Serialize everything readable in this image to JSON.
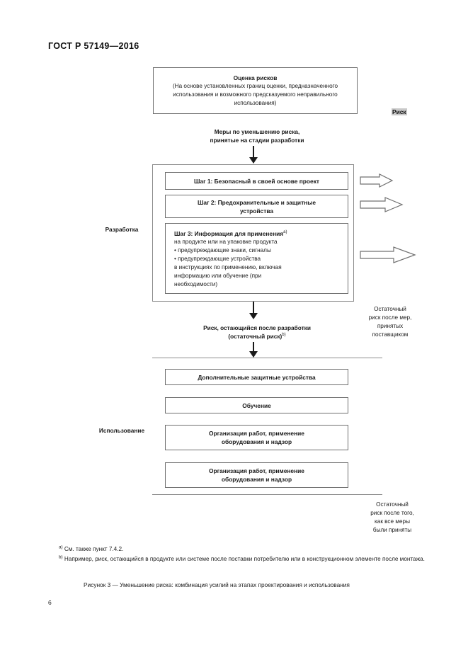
{
  "document": {
    "standard_header": "ГОСТ Р 57149—2016",
    "page_number": "6",
    "figure_caption": "Рисунок  3 — Уменьшение риска: комбинация усилий на этапах проектирования и использования"
  },
  "diagram": {
    "assessment": {
      "title": "Оценка рисков",
      "subtitle_line1": "(На основе установленных границ оценки, предназначенного",
      "subtitle_line2": "использования и возможного предсказуемого неправильного",
      "subtitle_line3": "использования)"
    },
    "measures": {
      "line1": "Меры по уменьшению риска,",
      "line2": "принятые на стадии разработки"
    },
    "risk_label": "Риск",
    "stage_labels": {
      "development": "Разработка",
      "usage": "Использование"
    },
    "steps": [
      {
        "id": "step-1",
        "title": "Шаг 1: Безопасный в своей основе проект"
      },
      {
        "id": "step-2",
        "title_line1": "Шаг 2: Предохранительные и защитные",
        "title_line2": "устройства"
      },
      {
        "id": "step-3",
        "title": "Шаг 3: Информация для применения",
        "title_superscript": "a)",
        "lines": [
          "на продукте или на упаковке продукта",
          "• предупреждающие знаки, сигналы",
          "•  предупреждающие устройства",
          "в инструкциях по применению, включая",
          "информацию или обучение (при",
          "необходимости)"
        ]
      }
    ],
    "residual_development": {
      "line1": "Риск, остающийся после разработки",
      "line2": "(остаточный риск)",
      "superscript": "b)"
    },
    "residual_supplier": {
      "line1": "Остаточный",
      "line2": "риск после мер,",
      "line3": "принятых",
      "line4": "поставщиком"
    },
    "usage_boxes": [
      {
        "id": "extra-protection",
        "title": "Дополнительные защитные устройства"
      },
      {
        "id": "training",
        "title": "Обучение"
      },
      {
        "id": "organization-1",
        "title_line1": "Организация работ, применение",
        "title_line2": "оборудования и надзор"
      },
      {
        "id": "organization-2",
        "title_line1": "Организация работ, применение",
        "title_line2": "оборудования и надзор"
      }
    ],
    "residual_final": {
      "line1": "Остаточный",
      "line2": "риск после того,",
      "line3": "как все меры",
      "line4": "были  приняты"
    }
  },
  "footnotes": [
    {
      "mark": "a)",
      "text": "См. также пункт 7.4.2."
    },
    {
      "mark": "b)",
      "text": "Например, риск, остающийся в продукте или системе после поставки потребителю или в конструкционном элементе после монтажа."
    }
  ],
  "colors": {
    "box_border": "#6f6f6f",
    "arrow_fill": "#1a1a1a",
    "highlight": "#c9c9c9"
  }
}
